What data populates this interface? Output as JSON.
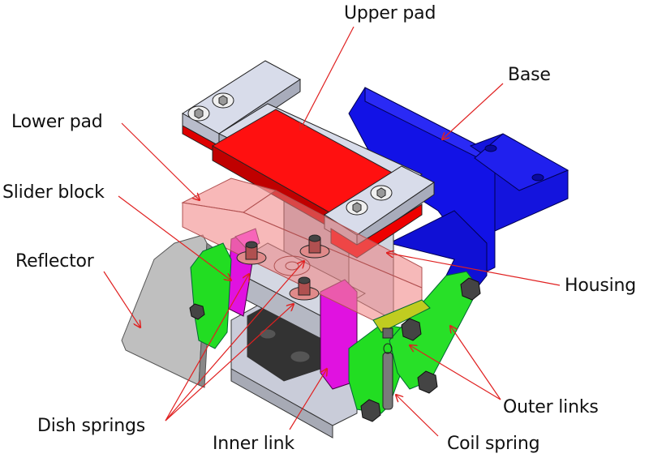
{
  "figure": {
    "labels": {
      "upper_pad": "Upper pad",
      "base": "Base",
      "lower_pad": "Lower pad",
      "slider_block": "Slider block",
      "reflector": "Reflector",
      "housing": "Housing",
      "dish_springs": "Dish springs",
      "outer_links": "Outer links",
      "inner_link": "Inner link",
      "coil_spring": "Coil spring"
    },
    "colors": {
      "upper_pad": "#ff1010",
      "base": "#1010e0",
      "lower_pad": "#f5a0a0",
      "links": "#22dd22",
      "inner_link": "#e010e0",
      "metal": "#c8ccd8",
      "leader": "#e02020"
    }
  }
}
